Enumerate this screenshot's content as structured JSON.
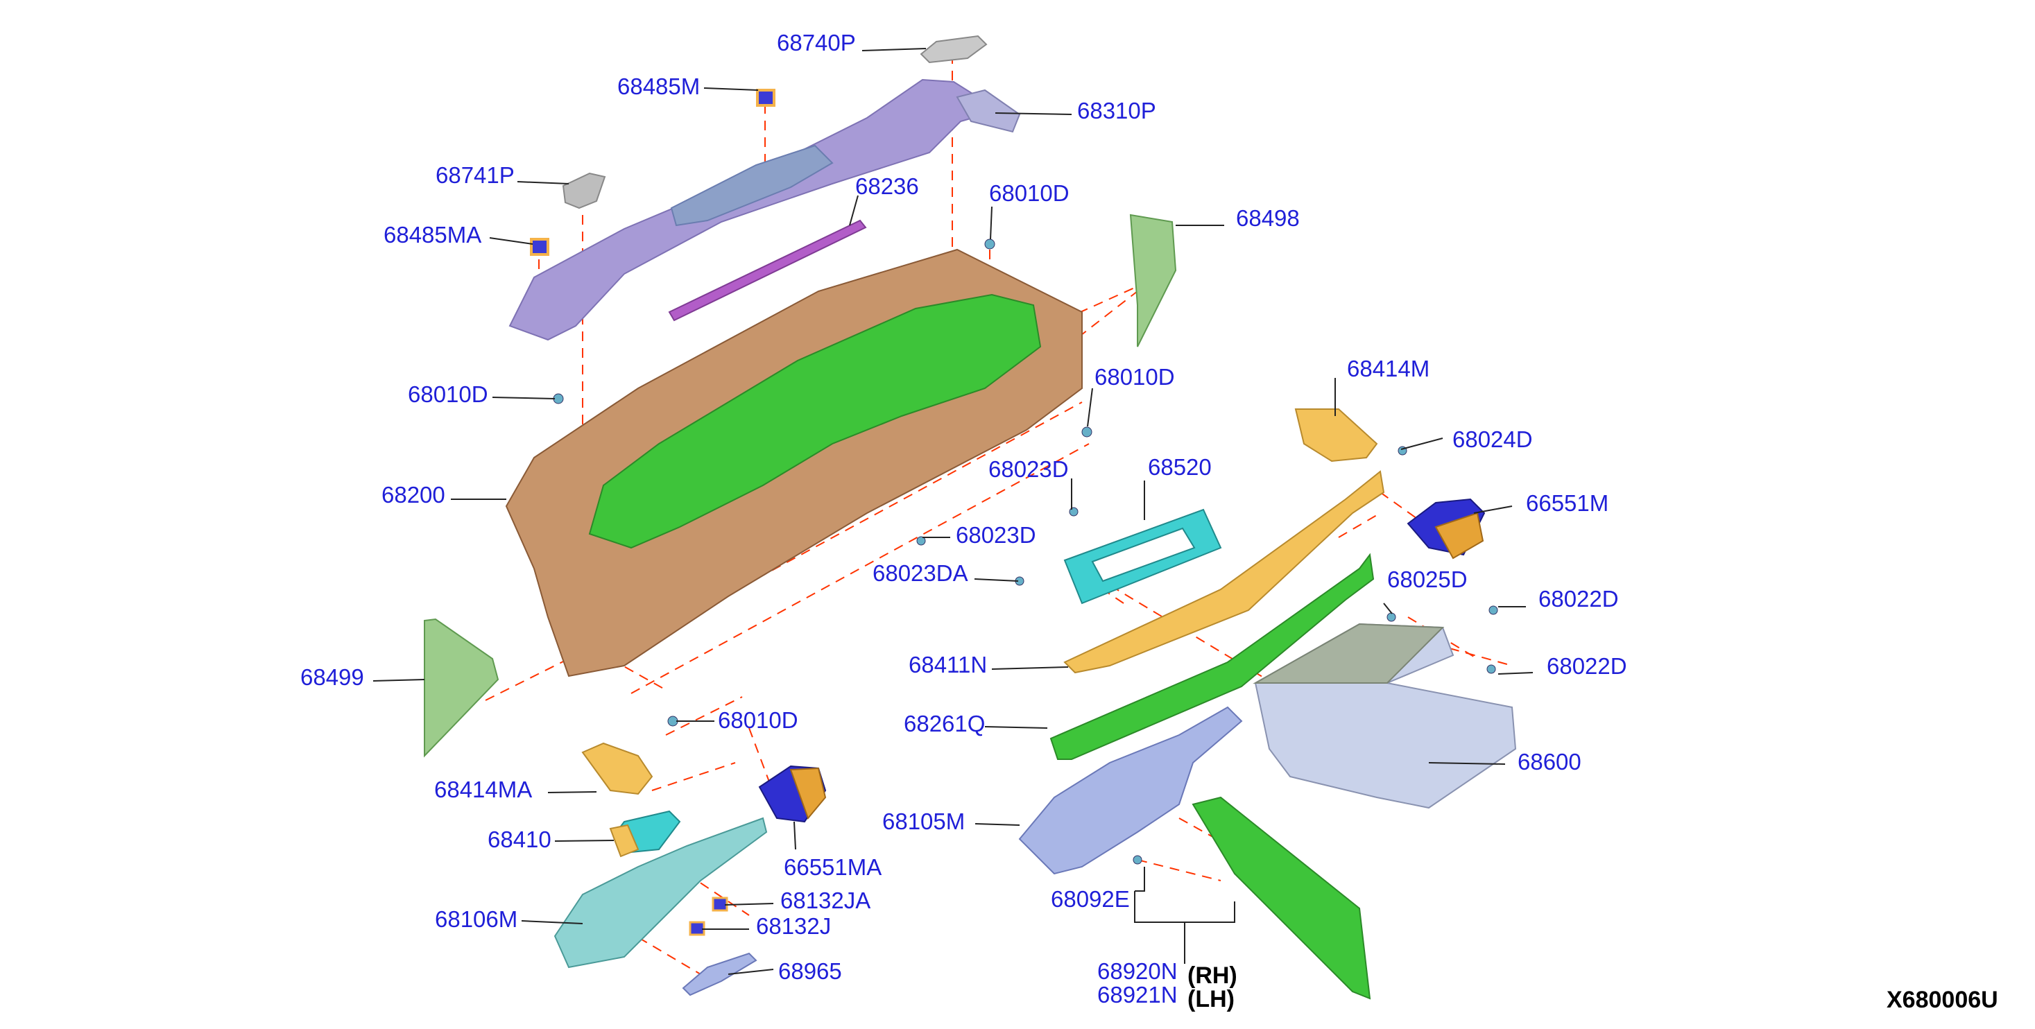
{
  "diagram_code": "X680006U",
  "labels": {
    "p68740P": "68740P",
    "p68485M": "68485M",
    "p68310P": "68310P",
    "p68741P": "68741P",
    "p68236": "68236",
    "p68010D_top": "68010D",
    "p68498": "68498",
    "p68485MA": "68485MA",
    "p68010D_left": "68010D",
    "p68010D_mid": "68010D",
    "p68414M": "68414M",
    "p68024D": "68024D",
    "p68023D_a": "68023D",
    "p68520": "68520",
    "p66551M": "66551M",
    "p68200": "68200",
    "p68023D_b": "68023D",
    "p68025D": "68025D",
    "p68023DA": "68023DA",
    "p68022D_a": "68022D",
    "p68411N": "68411N",
    "p68022D_b": "68022D",
    "p68499": "68499",
    "p68010D_bottom": "68010D",
    "p68261Q": "68261Q",
    "p68600": "68600",
    "p68414MA": "68414MA",
    "p68105M": "68105M",
    "p68410": "68410",
    "p66551MA": "66551MA",
    "p68092E": "68092E",
    "p68132JA": "68132JA",
    "p68106M": "68106M",
    "p68132J": "68132J",
    "p68965": "68965",
    "p68920N": "68920N",
    "p68921N": "68921N"
  },
  "suffixes": {
    "rh": "(RH)",
    "lh": "(LH)"
  },
  "colors": {
    "label": "#1f1fd8",
    "leader_dash": "#ff3300",
    "top_pad": "#a79ad6",
    "frame": "#c7956b",
    "cover_green": "#3ec43a",
    "cluster_lid": "#3fcfd0",
    "trim_yellow": "#f3c25a",
    "vent_blue": "#2f2fd0",
    "glove_box": "#c9d2ea",
    "side_panel": "#9ccc8b"
  }
}
